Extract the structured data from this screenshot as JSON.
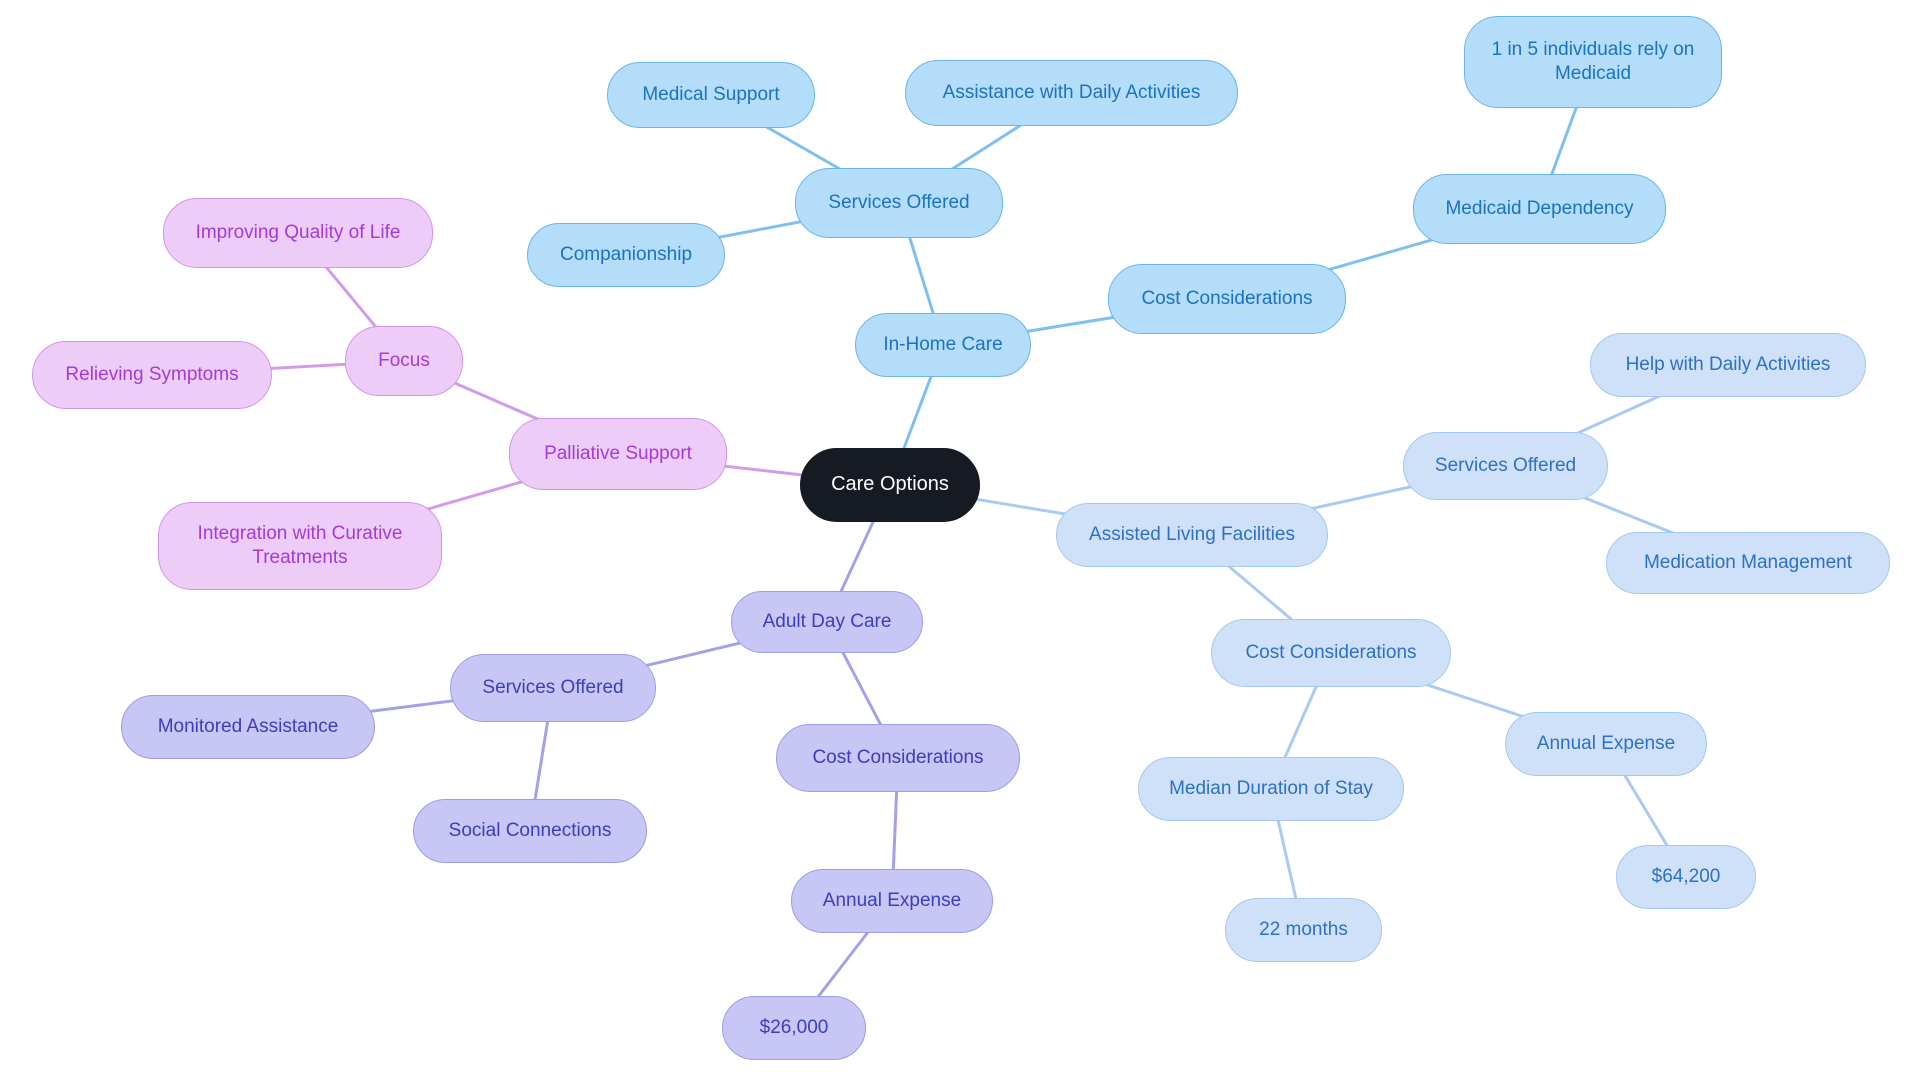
{
  "diagram": {
    "type": "mindmap",
    "topic": "Care Options"
  },
  "palette": {
    "background": "#ffffff",
    "root_fill": "#161a22",
    "root_text": "#ffffff",
    "in_home": {
      "fill": "#b3ddf9",
      "border": "#6cb5e9",
      "text": "#1c72c0",
      "line": "#7fc0ee"
    },
    "assisted_living": {
      "fill": "#cfe1f8",
      "border": "#a6c8f0",
      "text": "#2e70c2",
      "line": "#abcaf2"
    },
    "adult_day_care": {
      "fill": "#c7c6f4",
      "border": "#9d9ceb",
      "text": "#3d3dbb",
      "line": "#a3a2e9"
    },
    "palliative": {
      "fill": "#edcdf8",
      "border": "#d194ea",
      "text": "#a43ad9",
      "line": "#d39bea"
    }
  },
  "nodes": {
    "care_options": {
      "label": "Care Options"
    },
    "in_home_care": {
      "label": "In-Home Care"
    },
    "services_offered_in_home": {
      "label": "Services Offered"
    },
    "medical_support": {
      "label": "Medical Support"
    },
    "assistance_with_daily_activities": {
      "label": "Assistance with Daily Activities"
    },
    "companionship": {
      "label": "Companionship"
    },
    "cost_considerations_in_home": {
      "label": "Cost Considerations"
    },
    "medicaid_dependency": {
      "label": "Medicaid Dependency"
    },
    "medicaid_stat": {
      "label": "1 in 5 individuals rely on Medicaid"
    },
    "assisted_living_facilities": {
      "label": "Assisted Living Facilities"
    },
    "services_offered_assisted": {
      "label": "Services Offered"
    },
    "help_with_daily_activities": {
      "label": "Help with Daily Activities"
    },
    "medication_management": {
      "label": "Medication Management"
    },
    "cost_considerations_assisted": {
      "label": "Cost Considerations"
    },
    "median_duration_of_stay": {
      "label": "Median Duration of Stay"
    },
    "duration_22_months": {
      "label": "22 months"
    },
    "annual_expense_assisted": {
      "label": "Annual Expense"
    },
    "expense_64200": {
      "label": "$64,200"
    },
    "adult_day_care": {
      "label": "Adult Day Care"
    },
    "services_offered_adc": {
      "label": "Services Offered"
    },
    "monitored_assistance": {
      "label": "Monitored Assistance"
    },
    "social_connections": {
      "label": "Social Connections"
    },
    "cost_considerations_adc": {
      "label": "Cost Considerations"
    },
    "annual_expense_adc": {
      "label": "Annual Expense"
    },
    "expense_26000": {
      "label": "$26,000"
    },
    "palliative_support": {
      "label": "Palliative Support"
    },
    "focus": {
      "label": "Focus"
    },
    "improving_quality_of_life": {
      "label": "Improving Quality of Life"
    },
    "relieving_symptoms": {
      "label": "Relieving Symptoms"
    },
    "integration_with_curative_treatments": {
      "label": "Integration with Curative Treatments"
    }
  },
  "tree": {
    "id": "care_options",
    "children": [
      {
        "id": "in_home_care",
        "children": [
          {
            "id": "services_offered_in_home",
            "children": [
              {
                "id": "medical_support"
              },
              {
                "id": "assistance_with_daily_activities"
              },
              {
                "id": "companionship"
              }
            ]
          },
          {
            "id": "cost_considerations_in_home",
            "children": [
              {
                "id": "medicaid_dependency",
                "children": [
                  {
                    "id": "medicaid_stat"
                  }
                ]
              }
            ]
          }
        ]
      },
      {
        "id": "assisted_living_facilities",
        "children": [
          {
            "id": "services_offered_assisted",
            "children": [
              {
                "id": "help_with_daily_activities"
              },
              {
                "id": "medication_management"
              }
            ]
          },
          {
            "id": "cost_considerations_assisted",
            "children": [
              {
                "id": "median_duration_of_stay",
                "children": [
                  {
                    "id": "duration_22_months"
                  }
                ]
              },
              {
                "id": "annual_expense_assisted",
                "children": [
                  {
                    "id": "expense_64200"
                  }
                ]
              }
            ]
          }
        ]
      },
      {
        "id": "adult_day_care",
        "children": [
          {
            "id": "services_offered_adc",
            "children": [
              {
                "id": "monitored_assistance"
              },
              {
                "id": "social_connections"
              }
            ]
          },
          {
            "id": "cost_considerations_adc",
            "children": [
              {
                "id": "annual_expense_adc",
                "children": [
                  {
                    "id": "expense_26000"
                  }
                ]
              }
            ]
          }
        ]
      },
      {
        "id": "palliative_support",
        "children": [
          {
            "id": "focus",
            "children": [
              {
                "id": "improving_quality_of_life"
              },
              {
                "id": "relieving_symptoms"
              }
            ]
          },
          {
            "id": "integration_with_curative_treatments"
          }
        ]
      }
    ]
  }
}
